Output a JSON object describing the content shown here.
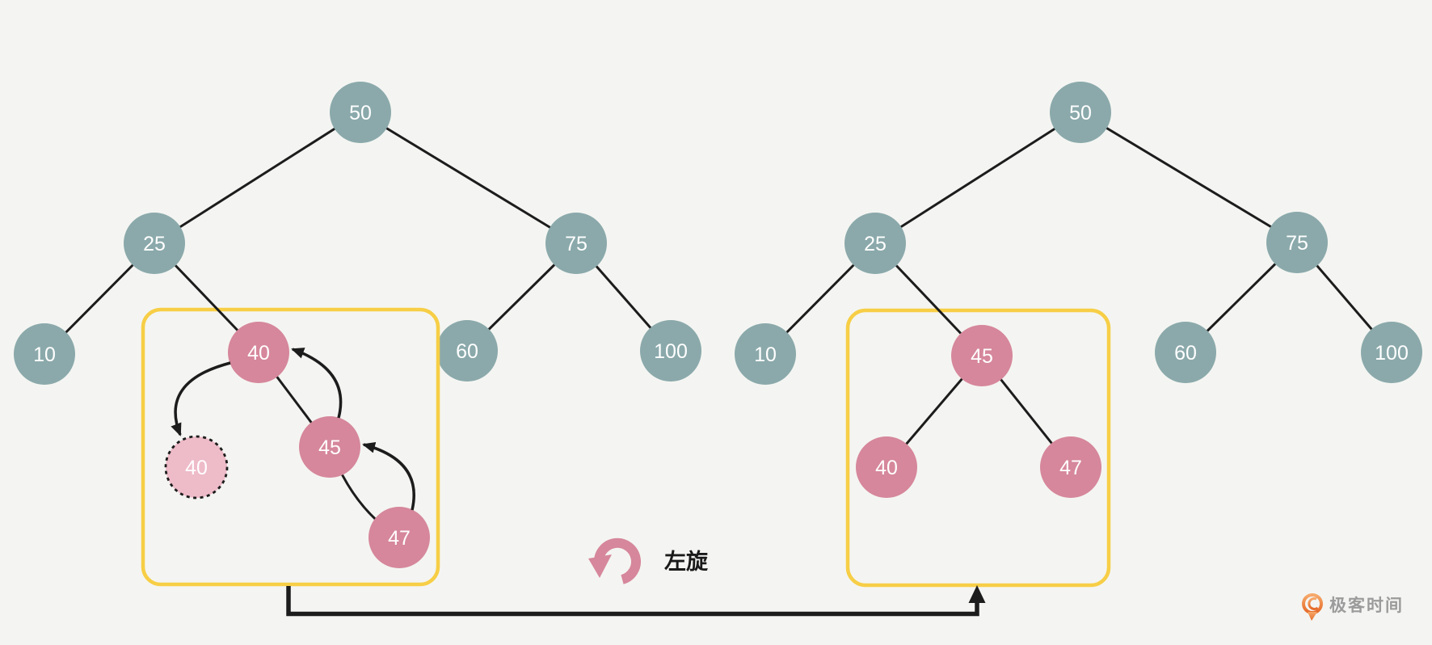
{
  "colors": {
    "bg": "#f4f5f2",
    "teal": "#8ba9ab",
    "pink": "#d6879b",
    "pink-light": "#eebbc9",
    "yellow": "#f7ce46",
    "line": "#1c1c1c",
    "label-dark": "#1a1a1a",
    "logo-orange": "#e66a28",
    "logo-orange-light": "#f6a96b",
    "logo-gray": "#9b9b9b"
  },
  "before_tree": {
    "nodes": [
      {
        "value": "50",
        "kind": "normal"
      },
      {
        "value": "25",
        "kind": "normal"
      },
      {
        "value": "75",
        "kind": "normal"
      },
      {
        "value": "10",
        "kind": "normal"
      },
      {
        "value": "40",
        "kind": "highlighted"
      },
      {
        "value": "60",
        "kind": "normal"
      },
      {
        "value": "100",
        "kind": "normal"
      },
      {
        "value": "45",
        "kind": "highlighted"
      },
      {
        "value": "47",
        "kind": "highlighted"
      },
      {
        "value": "40",
        "kind": "ghost-duplicate"
      }
    ],
    "edges": [
      [
        "50",
        "25"
      ],
      [
        "50",
        "75"
      ],
      [
        "25",
        "10"
      ],
      [
        "25",
        "40"
      ],
      [
        "75",
        "60"
      ],
      [
        "75",
        "100"
      ],
      [
        "40",
        "45"
      ],
      [
        "45",
        "47"
      ]
    ]
  },
  "after_tree": {
    "nodes": [
      {
        "value": "50",
        "kind": "normal"
      },
      {
        "value": "25",
        "kind": "normal"
      },
      {
        "value": "75",
        "kind": "normal"
      },
      {
        "value": "10",
        "kind": "normal"
      },
      {
        "value": "45",
        "kind": "highlighted"
      },
      {
        "value": "60",
        "kind": "normal"
      },
      {
        "value": "100",
        "kind": "normal"
      },
      {
        "value": "40",
        "kind": "highlighted"
      },
      {
        "value": "47",
        "kind": "highlighted"
      }
    ],
    "edges": [
      [
        "50",
        "25"
      ],
      [
        "50",
        "75"
      ],
      [
        "25",
        "10"
      ],
      [
        "25",
        "45"
      ],
      [
        "75",
        "60"
      ],
      [
        "75",
        "100"
      ],
      [
        "45",
        "40"
      ],
      [
        "45",
        "47"
      ]
    ]
  },
  "rotation": {
    "label": "左旋"
  },
  "watermark": {
    "brand": "极客时间"
  }
}
